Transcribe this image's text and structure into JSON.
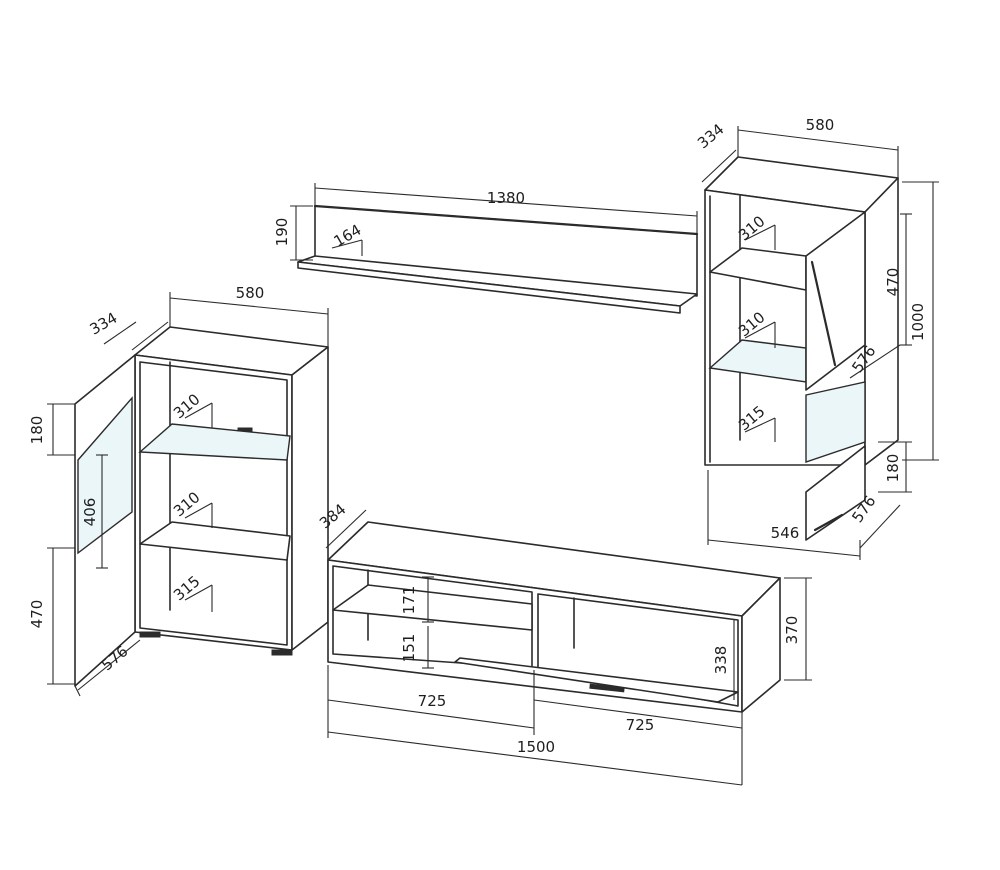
{
  "colors": {
    "line": "#2b2b2b",
    "glass": "#eaf6f7",
    "background": "#ffffff"
  },
  "shelf": {
    "width": "1380",
    "height": "190",
    "depth": "164"
  },
  "left_cabinet": {
    "width": "580",
    "depth": "334",
    "shelf_top": "310",
    "shelf_mid": "310",
    "shelf_bottom": "315",
    "door_top_height": "180",
    "glass_height": "406",
    "door_bottom_height": "470",
    "door_width": "576"
  },
  "right_cabinet": {
    "width": "580",
    "depth": "334",
    "total_height": "1000",
    "shelf_top": "310",
    "shelf_mid": "310",
    "shelf_bottom": "315",
    "door_height": "470",
    "door_width_upper": "576",
    "door_bottom_height": "180",
    "door_width_lower": "576",
    "base_width": "546"
  },
  "tv_unit": {
    "depth": "384",
    "compartment_top": "171",
    "compartment_bottom": "151",
    "flap_height": "338",
    "total_height": "370",
    "section_left": "725",
    "section_right": "725",
    "total_width": "1500"
  }
}
